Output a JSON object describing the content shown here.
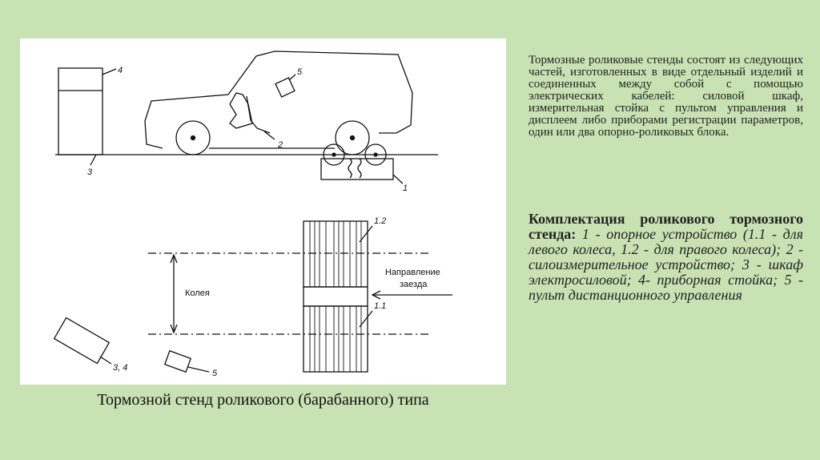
{
  "figure": {
    "caption": "Тормозной стенд роликового (барабанного) типа",
    "labels": {
      "n1": "1",
      "n2": "2",
      "n3": "3",
      "n4": "4",
      "n5_top": "5",
      "n1_2": "1.2",
      "n1_1": "1.1",
      "n34": "3, 4",
      "n5_bottom": "5",
      "track": "Колея",
      "direction_line1": "Направление",
      "direction_line2": "заезда"
    }
  },
  "description": {
    "main": "Тормозные роликовые стенды состоят из следующих частей, изготовленных в виде отдельный изделий и соединенных между собой с помощью электрических кабелей: силовой шкаф, измерительная стойка с пультом управления и дисплеем либо приборами регистрации параметров,",
    "last": "один или два опорно-роликовых блока."
  },
  "kit": {
    "title": "Комплектация роликового тормозного стенда:",
    "body": " 1 - опорное устройство (1.1 - для левого колеса, 1.2 - для правого колеса); 2 - силоизмерительное устройство; 3 - шкаф электросиловой; 4- приборная стойка; 5 - пульт дистанционного управления"
  }
}
